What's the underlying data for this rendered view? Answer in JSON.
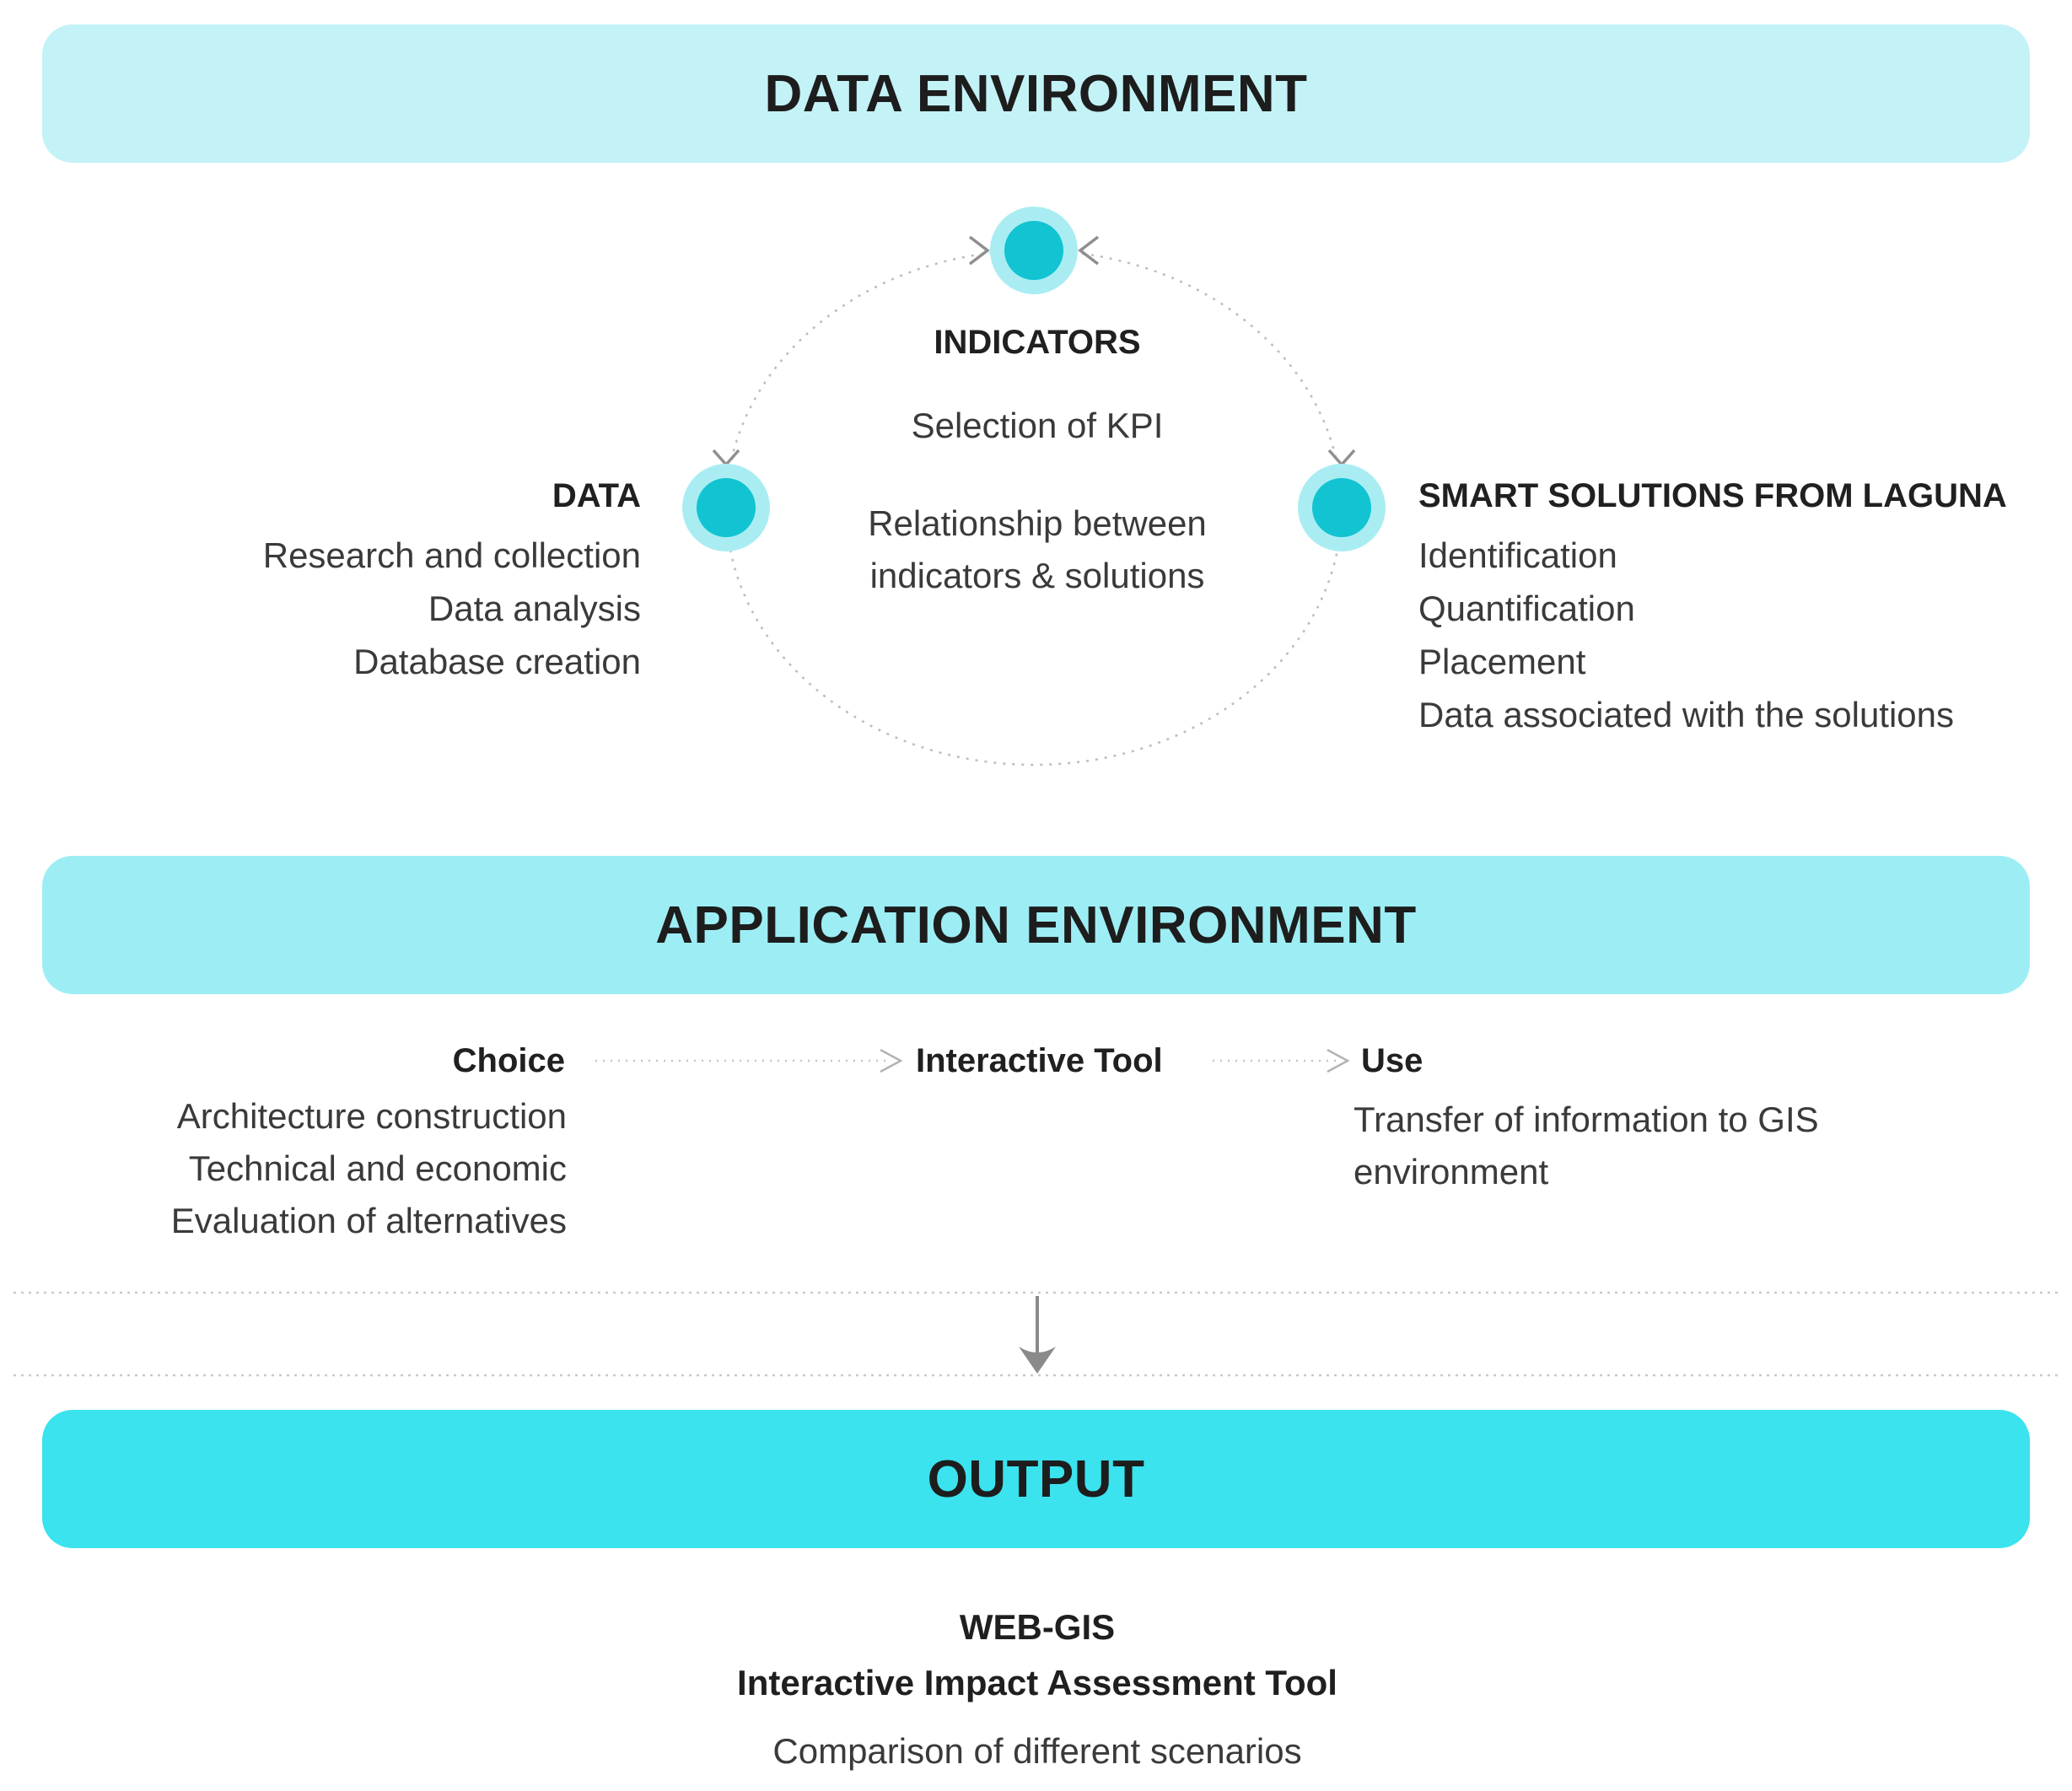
{
  "banners": {
    "data_environment": "DATA ENVIRONMENT",
    "application_environment": "APPLICATION ENVIRONMENT",
    "output": "OUTPUT"
  },
  "cycle": {
    "indicators": {
      "title": "INDICATORS",
      "line1": "Selection of KPI",
      "line2": "Relationship between indicators & solutions"
    },
    "data": {
      "title": "DATA",
      "items": [
        "Research and collection",
        "Data analysis",
        "Database creation"
      ]
    },
    "smart_solutions": {
      "title": "SMART SOLUTIONS FROM LAGUNA",
      "items": [
        "Identification",
        "Quantification",
        "Placement",
        "Data associated with the solutions"
      ]
    }
  },
  "application": {
    "choice": {
      "title": "Choice",
      "items": [
        "Architecture construction",
        "Technical and economic",
        "Evaluation of alternatives"
      ]
    },
    "interactive_tool": {
      "title": "Interactive Tool"
    },
    "use": {
      "title": "Use",
      "items": [
        "Transfer of information to GIS environment"
      ]
    }
  },
  "footer": {
    "line1": "WEB-GIS",
    "line2": "Interactive Impact Assessment Tool",
    "line3": "Comparison of different scenarios"
  },
  "colors": {
    "banner_light": "#c3f2f7",
    "banner_medium": "#9deef4",
    "banner_bright": "#3ae3ee",
    "node_core": "#12c3d2",
    "node_halo": "#a9edf3",
    "line_gray": "#bdbdbd",
    "arrow_gray": "#8a8a8a"
  }
}
